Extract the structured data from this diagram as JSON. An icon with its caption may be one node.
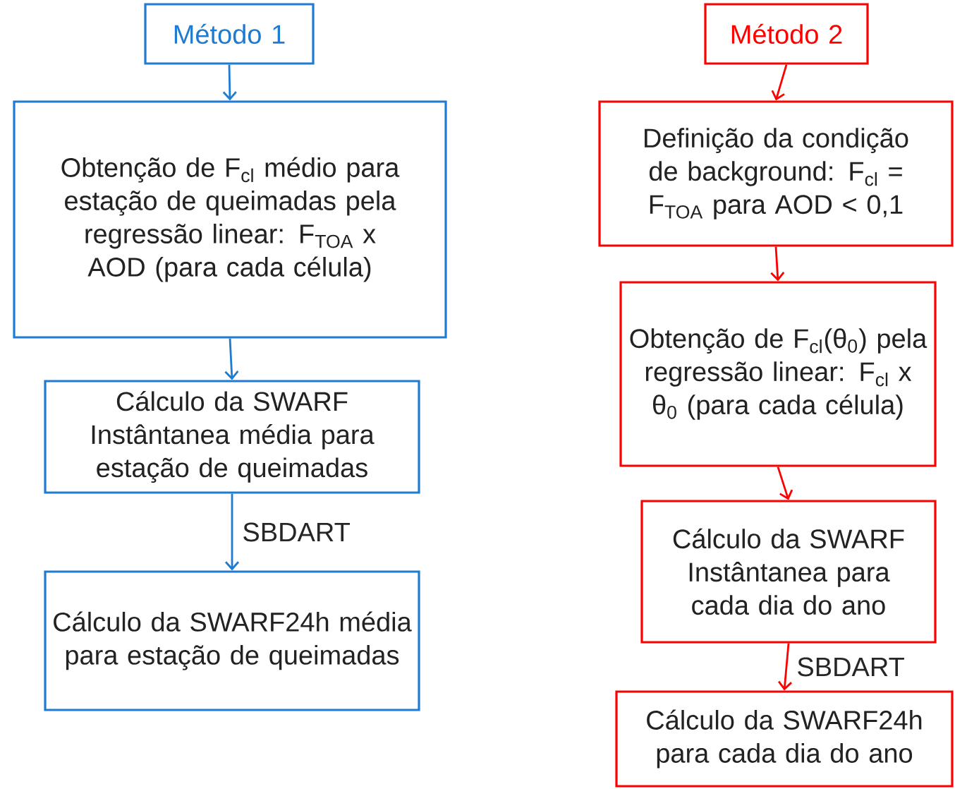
{
  "diagram": {
    "nodes": [
      {
        "text": [
          "Método 1"
        ]
      },
      {
        "text": [
          "Obtenção de F$_{cl}$ médio para estação de queimadas pela regressão linear: F$_{TOA}$ x AOD (para cada célula)"
        ]
      },
      {
        "text": [
          "Cálculo da SWARF Instântanea média para estação de queimadas"
        ]
      },
      {
        "text": [
          "Cálculo da SWARF24h média para estação de queimadas"
        ]
      },
      {
        "text": [
          "Método 2"
        ]
      },
      {
        "text": [
          "Definição da condição de background: F$_{cl}$ = F$_{TOA}$ para AOD < 0,1"
        ]
      },
      {
        "text": [
          "Obtenção de F$_{cl}$(θ$_{0}$) pela regressão linear: F$_{cl}$ x θ$_{0}$ (para cada célula)"
        ]
      },
      {
        "text": [
          "Cálculo da SWARF Instântanea para cada dia do ano"
        ]
      },
      {
        "text": [
          "Cálculo da SWARF24h para cada dia do ano"
        ]
      }
    ],
    "edges": [
      {
        "from": 0,
        "to": 1,
        "arrow": "to",
        "color": "#1f7bd0"
      },
      {
        "from": 1,
        "to": 2,
        "arrow": "to",
        "color": "#1f7bd0"
      },
      {
        "from": 2,
        "to": 3,
        "arrow": "to",
        "label": "SBDART",
        "color": "#1f7bd0"
      },
      {
        "from": 4,
        "to": 5,
        "arrow": "to"
      },
      {
        "from": 5,
        "to": 6,
        "arrow": "to"
      },
      {
        "from": 6,
        "to": 7,
        "arrow": "to"
      },
      {
        "from": 7,
        "to": 8,
        "arrow": "to",
        "label": "SBDART"
      }
    ]
  }
}
